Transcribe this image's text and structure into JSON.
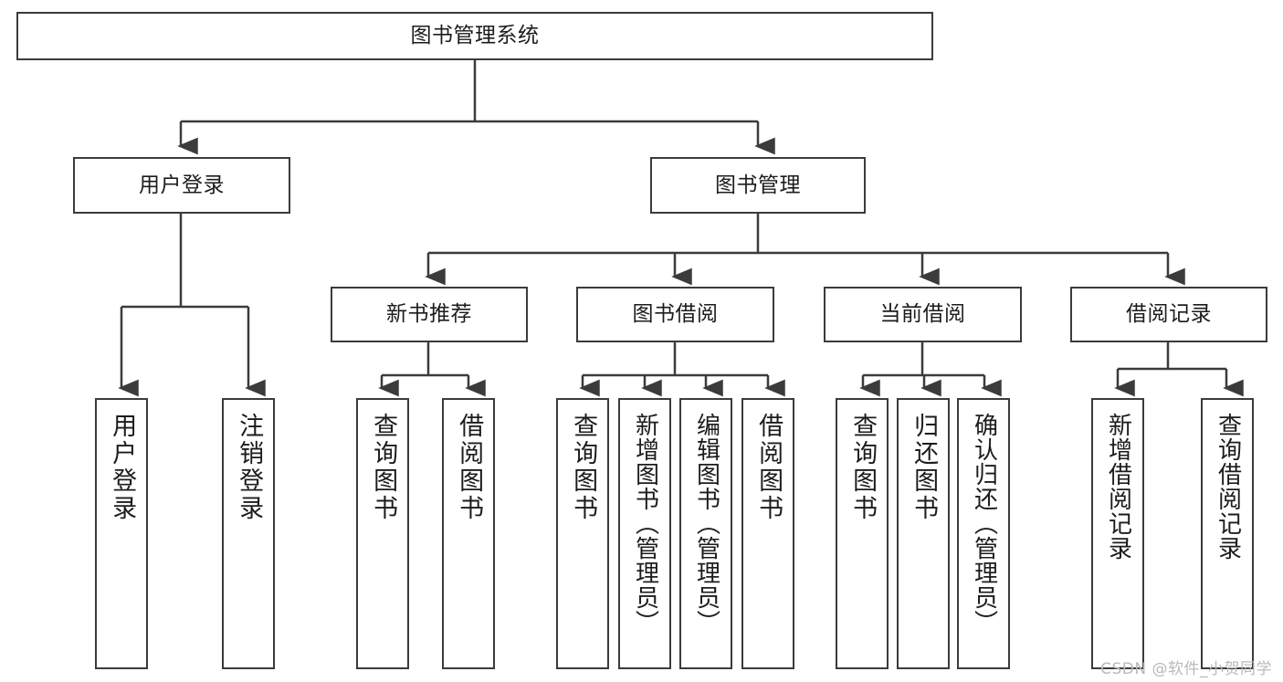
{
  "diagram": {
    "title": "图书管理系统",
    "type": "tree-hierarchy",
    "root": {
      "label": "图书管理系统"
    },
    "level2": [
      {
        "label": "用户登录"
      },
      {
        "label": "图书管理"
      }
    ],
    "level3": [
      {
        "label": "新书推荐"
      },
      {
        "label": "图书借阅"
      },
      {
        "label": "当前借阅"
      },
      {
        "label": "借阅记录"
      }
    ],
    "leaves": {
      "user_login": [
        {
          "label": "用户登录"
        },
        {
          "label": "注销登录"
        }
      ],
      "new_book_recommend": [
        {
          "label": "查询图书"
        },
        {
          "label": "借阅图书"
        }
      ],
      "book_borrow": [
        {
          "label": "查询图书"
        },
        {
          "label": "新增图书（管理员）"
        },
        {
          "label": "编辑图书（管理员）"
        },
        {
          "label": "借阅图书"
        }
      ],
      "current_borrow": [
        {
          "label": "查询图书"
        },
        {
          "label": "归还图书"
        },
        {
          "label": "确认归还（管理员）"
        }
      ],
      "borrow_record": [
        {
          "label": "新增借阅记录"
        },
        {
          "label": "查询借阅记录"
        }
      ]
    }
  },
  "watermark": {
    "text": "CSDN @软件_小贺同学"
  },
  "colors": {
    "stroke": "#3b3b3b",
    "background": "#ffffff",
    "text": "#1c1c1c",
    "watermark": "#b9b9b9"
  }
}
